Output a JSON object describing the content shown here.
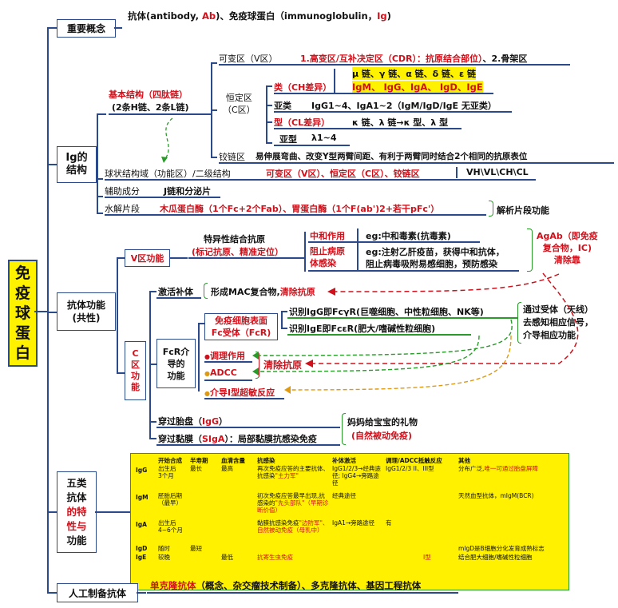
{
  "title_chars": [
    "免",
    "疫",
    "球",
    "蛋",
    "白"
  ],
  "nodes": {
    "important_concept": "重要概念",
    "concept_text_a": "抗体(antibody, ",
    "concept_text_ab": "Ab",
    "concept_text_b": ")、免疫球蛋白（immunoglobulin，",
    "concept_text_ig": "Ig",
    "concept_text_c": ")",
    "ig_structure": "Ig的\n结构",
    "basic_structure_a": "基本结构（四肽链）",
    "basic_structure_b": "(2条H链、2条L链)",
    "variable_region": "可变区（V区）",
    "variable_detail_a": "1.高变区/互补决定区（CDR）：抗原结合部位）",
    "variable_detail_b": "、2.骨架区",
    "constant_region": "恒定区\n（C区）",
    "class_label": "类（CH差异）",
    "class_chains": "μ 链、γ 链、α 链、δ 链、ε 链",
    "class_types": "IgM、 IgG、IgA、 IgD、IgE",
    "subclass_label": "亚类",
    "subclass_detail": "IgG1~4、IgA1~2（IgM/IgD/IgE 无亚类）",
    "type_label": "型（CL差异）",
    "type_detail": "κ 链、λ 链→κ 型、λ 型",
    "subtype_label": "亚型",
    "subtype_detail": "λ1~4",
    "hinge_label": "铰链区",
    "hinge_detail": "易伸展弯曲、改变Y型两臂间距、有利于两臂同时结合2个相同的抗原表位",
    "domain_label": "球状结构域（功能区）/二级结构",
    "domain_detail": "可变区（V区）、恒定区（C区）、铰链区",
    "domain_short": "VH\\VL\\CH\\CL",
    "aux_label": "辅助成分",
    "aux_detail": "J链和分泌片",
    "hydro_label": "水解片段",
    "hydro_detail_a": "木瓜蛋白酶（1个Fc+2个Fab）",
    "hydro_detail_b": "、胃蛋白酶（1个F(ab')2+若干pFc'）",
    "hydro_tail": "解析片段功能",
    "antibody_function": "抗体功能\n(共性)",
    "v_function": "V区功能",
    "specific_binding_a": "特异性结合抗原",
    "specific_binding_b": "(标记抗原、精准定位）",
    "neutralize_label": "中和作用",
    "neutralize_detail": "eg:中和毒素(抗毒素)",
    "block_label": "阻止病原\n体感染",
    "block_detail_a": "eg:注射乙肝疫苗，获得中和抗体，",
    "block_detail_b": "阻止病毒吸附易感细胞，预防感染",
    "agab": "AgAb（即免疫\n复合物，IC)\n清除靠",
    "c_function": "C\n区\n功\n能",
    "complement_label": "激活补体",
    "complement_detail_a": "形成MAC复合物,",
    "complement_detail_b": "清除抗原",
    "fc_receptor_box": "免疫细胞表面\nFc受体（FcR)",
    "fcgr": "识别IgG即FcγR(巨噬细胞、中性粒细胞、NK等)",
    "fcer": "识别IgE即FcεR(肥大/嗜碱性粒细胞)",
    "fcr_mediated": "FcR介\n导的\n功能",
    "opsonize": "调理作用",
    "adcc": "ADCC",
    "clear_antigen": "清除抗原",
    "hypersens": "介导I型超敏反应",
    "via_receptor": "通过受体（天线）\n去感知相应信号，\n介导相应功能",
    "placenta_a": "穿过胎盘（",
    "placenta_b": "IgG",
    "placenta_c": "）",
    "mucosa_a": "穿过黏膜（",
    "mucosa_b": "SIgA",
    "mucosa_c": "）：局部黏膜抗感染免疫",
    "mom_gift_a": "妈妈给宝宝的礼物",
    "mom_gift_b": "(自然被动免疫)",
    "five_classes": [
      "五类",
      "抗体",
      "的特",
      "性与",
      "功能"
    ],
    "artificial": "人工制备抗体",
    "artificial_a": "单克隆抗体",
    "artificial_b": "（概念、杂交瘤技术制备）、多克隆抗体、基因工程抗体"
  },
  "table": {
    "headers": [
      "开始合成",
      "半寿期",
      "血清含量",
      "抗感染",
      "补体激活",
      "调理/ADCC抵触反应",
      "其他"
    ],
    "rows": [
      {
        "name": "IgG",
        "c1": "出生后\n3个月",
        "c2": "最长",
        "c3": "最高",
        "c4a": "再次免疫应答的主要抗体、抗感染",
        "c4b": "\"主力军\"",
        "c5": "IgG1/2/3→经典途径; IgG4→旁路途径",
        "c6": "IgG1/2/3  II、III型",
        "c7a": "分布广泛,",
        "c7b": "唯一可通过胎盘屏障"
      },
      {
        "name": "IgM",
        "c1": "胚胎后期\n（最早）",
        "c2": "",
        "c3": "",
        "c4a": "初次免疫应答最早出现,抗感染的",
        "c4b": "\"先头部队\"（早期诊断价值）",
        "c5": "经典途径",
        "c6": "",
        "c7a": "天然血型抗体，mIgM(BCR)",
        "c7b": ""
      },
      {
        "name": "IgA",
        "c1": "出生后\n4~6个月",
        "c2": "",
        "c3": "",
        "c4a": "黏膜抗感染免疫",
        "c4b": "\"边防军\"、自然被动免疫（母乳中）",
        "c5": "IgA1→旁路途径",
        "c6": "有",
        "c7a": "",
        "c7b": ""
      },
      {
        "name": "IgD",
        "c1": "随时",
        "c2": "最短",
        "c3": "",
        "c4a": "",
        "c4b": "",
        "c5": "",
        "c6": "",
        "c7a": "mIgD是B细胞分化发育成熟标志",
        "c7b": ""
      },
      {
        "name": "IgE",
        "c1": "较晚",
        "c2": "",
        "c3": "最低",
        "c4a": "",
        "c4b": "抗寄生虫免疫",
        "c5": "",
        "c6": "I型",
        "c7a": "结合肥大细胞/嗜碱性粒细胞",
        "c7b": ""
      }
    ]
  },
  "colors": {
    "accent_red": "#d0101a",
    "line_blue": "#2b4a8b",
    "highlight": "#fff200",
    "green": "#2a9a2a",
    "orange": "#e09a10"
  }
}
